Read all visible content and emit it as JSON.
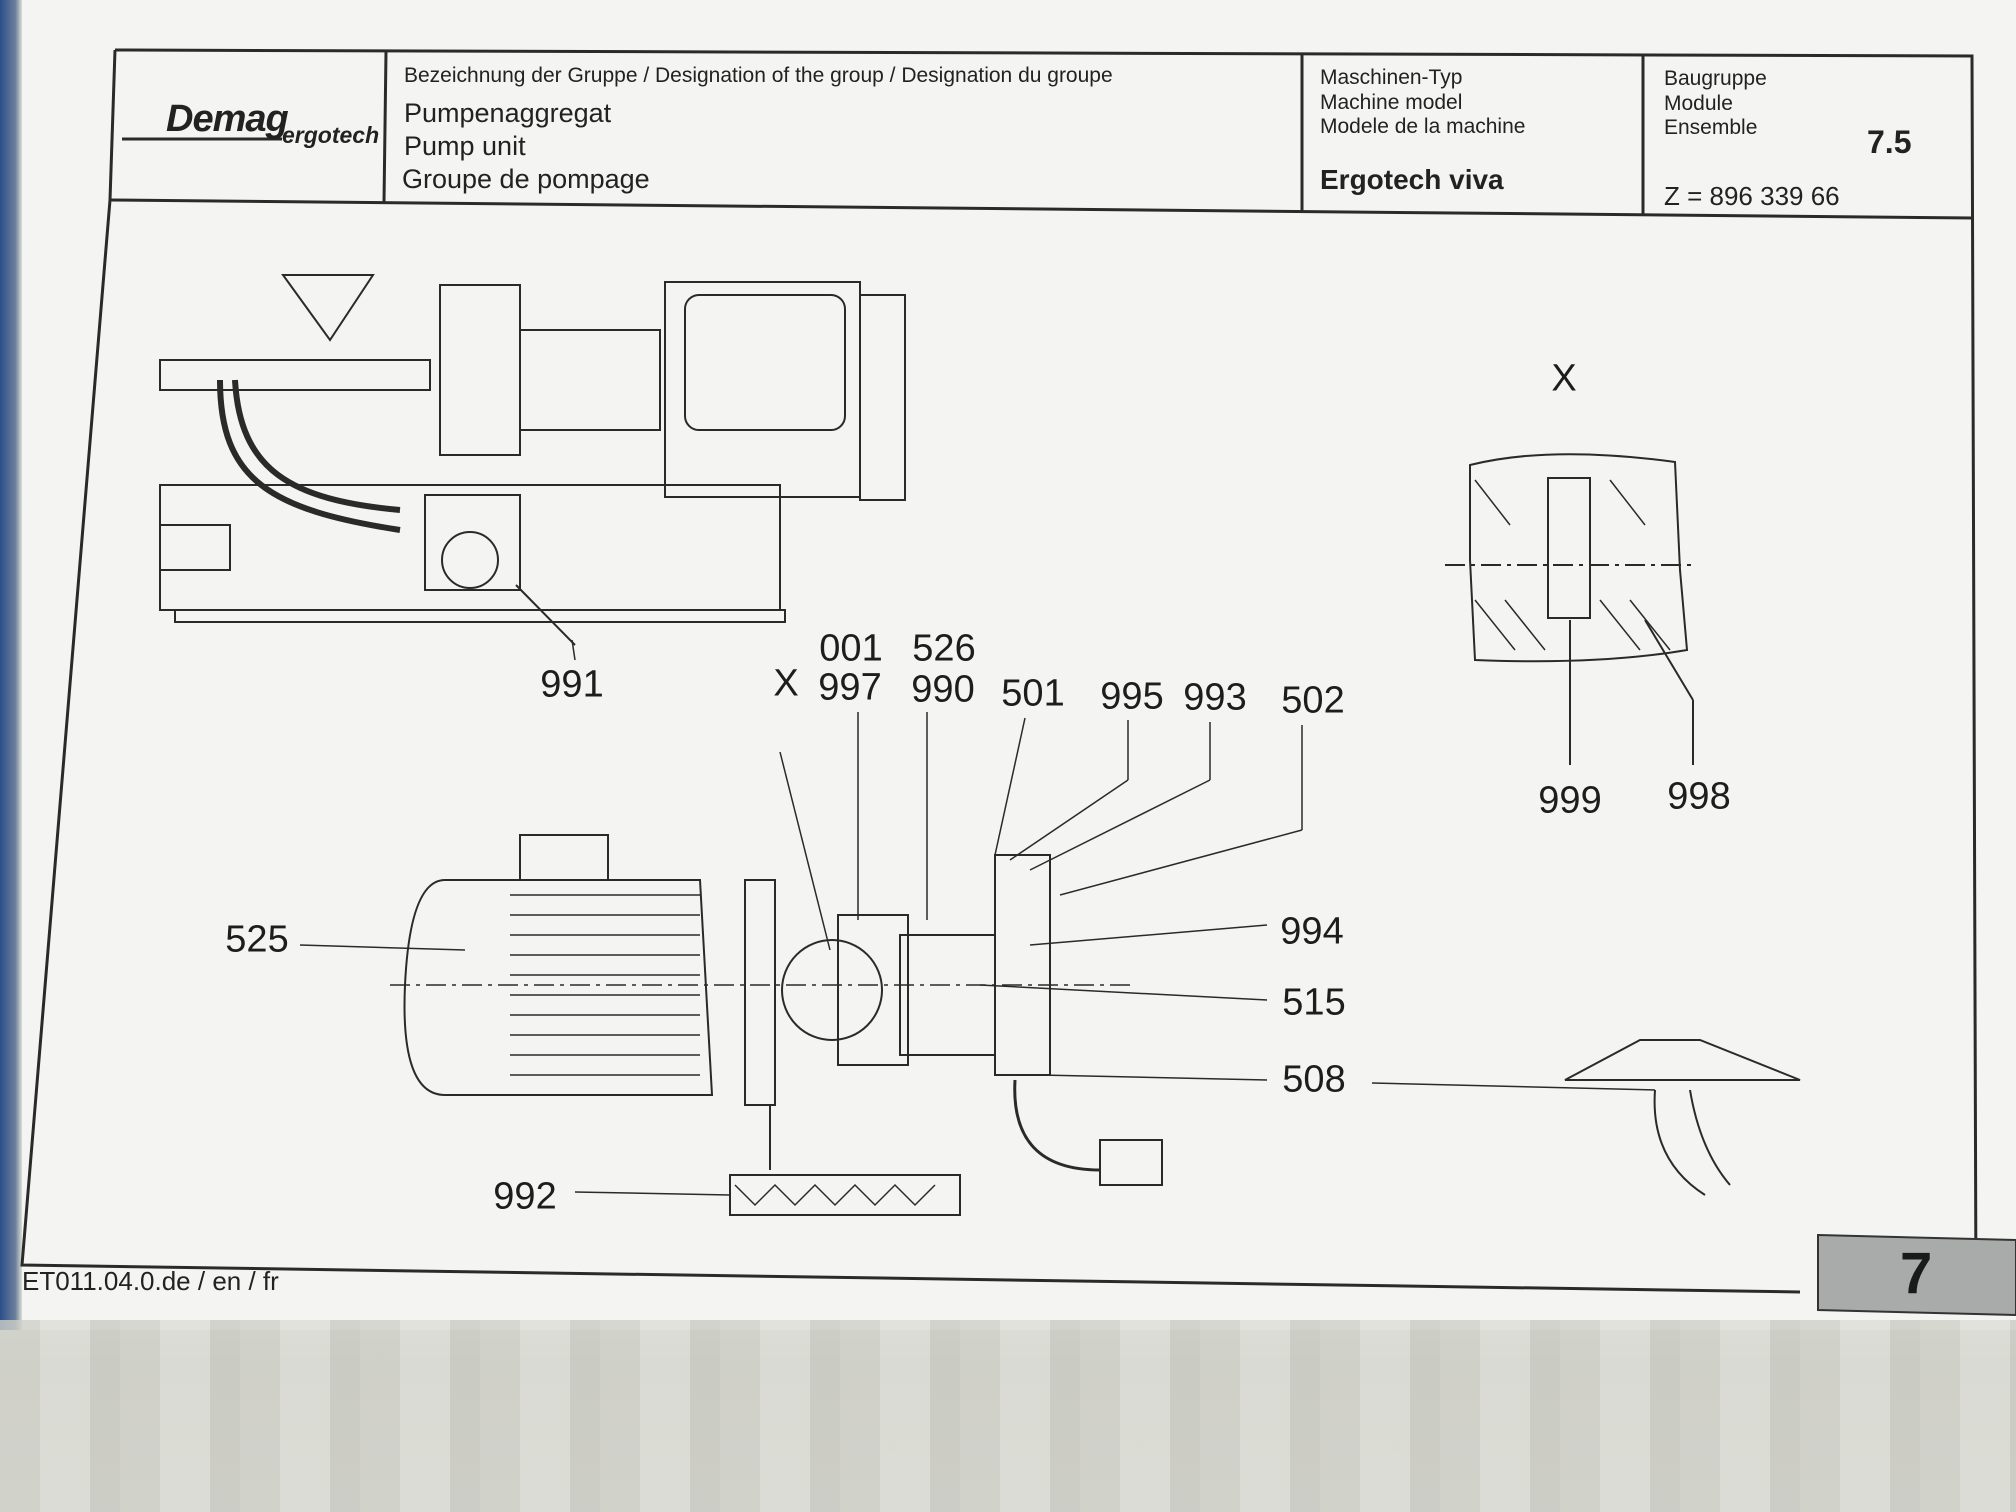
{
  "header": {
    "logo_brand": "Demag",
    "logo_sub": "ergotech",
    "group_caption": "Bezeichnung der Gruppe / Designation of the group / Designation du groupe",
    "group_de": "Pumpenaggregat",
    "group_en": "Pump unit",
    "group_fr": "Groupe de pompage",
    "machine_caption_de": "Maschinen-Typ",
    "machine_caption_en": "Machine model",
    "machine_caption_fr": "Modele de la machine",
    "machine_value": "Ergotech viva",
    "module_caption_de": "Baugruppe",
    "module_caption_en": "Module",
    "module_caption_fr": "Ensemble",
    "module_value": "7.5",
    "drawing_number": "Z = 896 339 66"
  },
  "part_labels": {
    "p991": "991",
    "p001": "001",
    "p526": "526",
    "x_marker": "X",
    "p997": "997",
    "p990": "990",
    "p501": "501",
    "p995": "995",
    "p993": "993",
    "p502": "502",
    "p525": "525",
    "p994": "994",
    "p515": "515",
    "p508": "508",
    "p992": "992",
    "detail_x": "X",
    "p999": "999",
    "p998": "998"
  },
  "footer": {
    "doc_code": "ET011.04.0.de / en / fr",
    "page_number": "7"
  }
}
